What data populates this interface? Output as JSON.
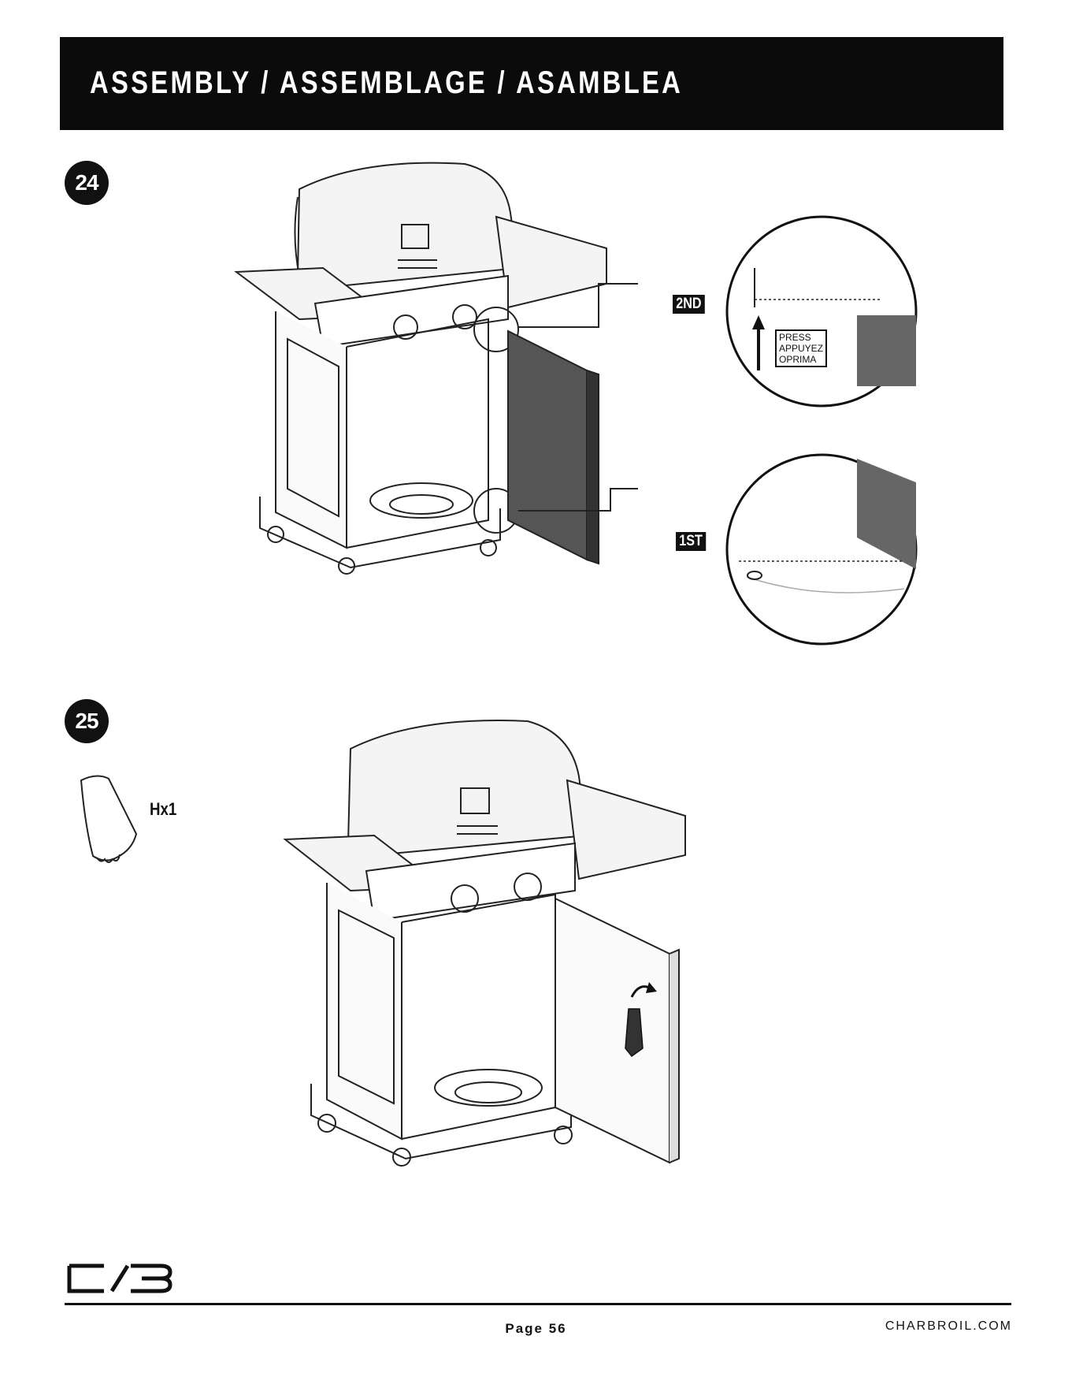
{
  "header": {
    "title": "ASSEMBLY / ASSEMBLAGE / ASAMBLEA"
  },
  "steps": [
    {
      "number": "24",
      "callouts": {
        "second": "2ND",
        "first": "1ST"
      },
      "press": [
        "PRESS",
        "APPUYEZ",
        "OPRIMA"
      ]
    },
    {
      "number": "25",
      "part": "Hx1"
    }
  ],
  "footer": {
    "page": "Page 56",
    "site": "CHARBROIL.COM"
  }
}
